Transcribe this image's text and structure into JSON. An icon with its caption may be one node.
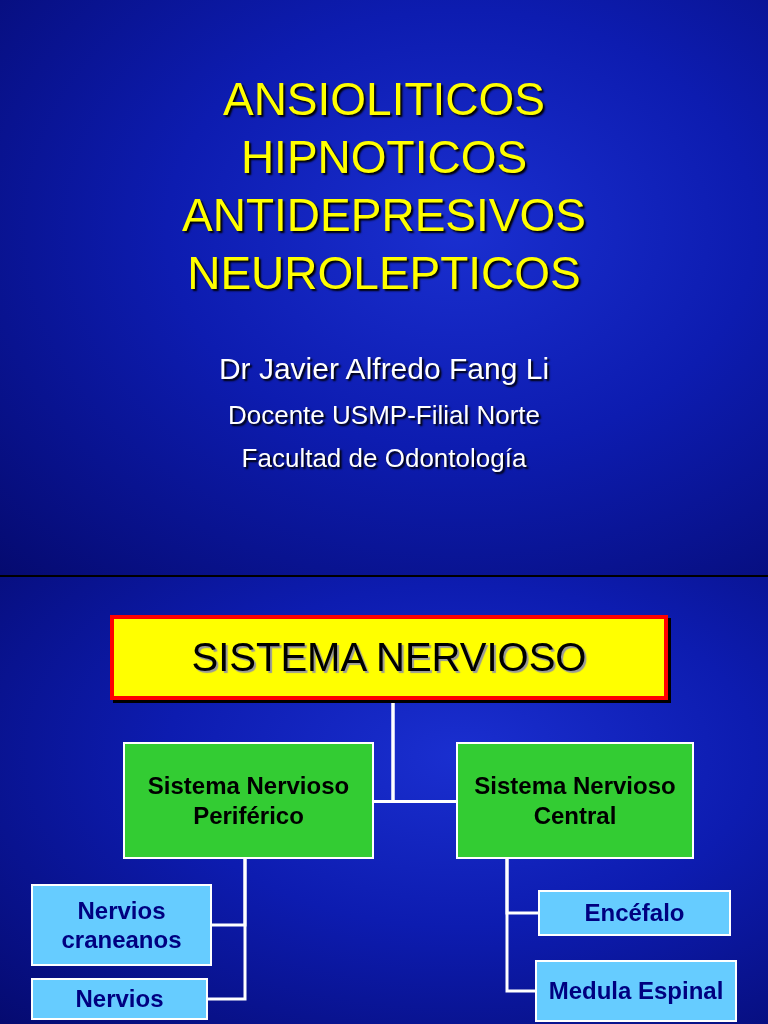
{
  "diagram": {
    "title": "ANSIOLITICOS HIPNOTICOS ANTIDEPRESIVOS NEUROLEPTICOS",
    "nodes": [
      {
        "text": [
          "SISTEMA NERVIOSO"
        ]
      },
      {
        "text": [
          "Sistema Nervioso Periférico"
        ]
      },
      {
        "text": [
          "Sistema Nervioso Central"
        ]
      },
      {
        "text": [
          "Nervios craneanos"
        ]
      },
      {
        "text": [
          "Nervios"
        ]
      },
      {
        "text": [
          "Encéfalo"
        ]
      },
      {
        "text": [
          "Medula Espinal"
        ]
      }
    ],
    "edges": [
      {
        "from": 0,
        "to": 1,
        "arrow": "none"
      },
      {
        "from": 0,
        "to": 2,
        "arrow": "none"
      },
      {
        "from": 1,
        "to": 3,
        "arrow": "none"
      },
      {
        "from": 1,
        "to": 4,
        "arrow": "none"
      },
      {
        "from": 2,
        "to": 5,
        "arrow": "none"
      },
      {
        "from": 2,
        "to": 6,
        "arrow": "none"
      }
    ],
    "labels": [
      "Dr Javier Alfredo Fang Li",
      "Docente USMP-Filial Norte",
      "Facultad de Odontología"
    ]
  }
}
